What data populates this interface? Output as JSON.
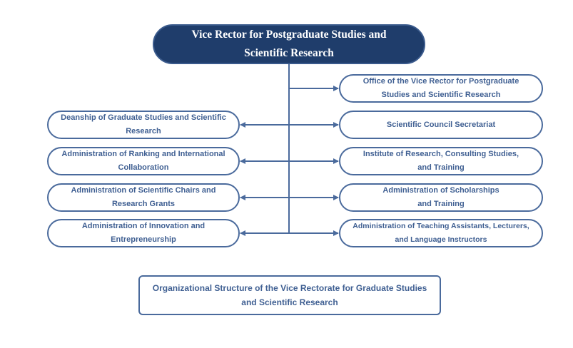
{
  "diagram": {
    "root": {
      "line1": "Vice Rector for Postgraduate Studies and",
      "line2": "Scientific Research"
    },
    "left_nodes": [
      {
        "line1": "Deanship of Graduate Studies and Scientific",
        "line2": "Research"
      },
      {
        "line1": "Administration of Ranking and International",
        "line2": "Collaboration"
      },
      {
        "line1": "Administration of Scientific Chairs and",
        "line2": "Research Grants"
      },
      {
        "line1": "Administration of Innovation and",
        "line2": "Entrepreneurship"
      }
    ],
    "right_nodes": [
      {
        "line1": "Office of the Vice Rector for Postgraduate",
        "line2": "Studies and Scientific Research"
      },
      {
        "line1": "Scientific Council Secretariat",
        "line2": ""
      },
      {
        "line1": "Institute of Research, Consulting Studies,",
        "line2": "and Training"
      },
      {
        "line1": "Administration of Scholarships",
        "line2": "and Training"
      },
      {
        "line1": "Administration of Teaching Assistants, Lecturers,",
        "line2": "and Language Instructors"
      }
    ],
    "caption": {
      "line1": "Organizational Structure of the Vice Rectorate for Graduate Studies",
      "line2": "and Scientific Research"
    },
    "colors": {
      "root_fill": "#1f3d6b",
      "border": "#4a6a9c",
      "text": "#3f5f92",
      "line": "#4a6a9c"
    }
  }
}
